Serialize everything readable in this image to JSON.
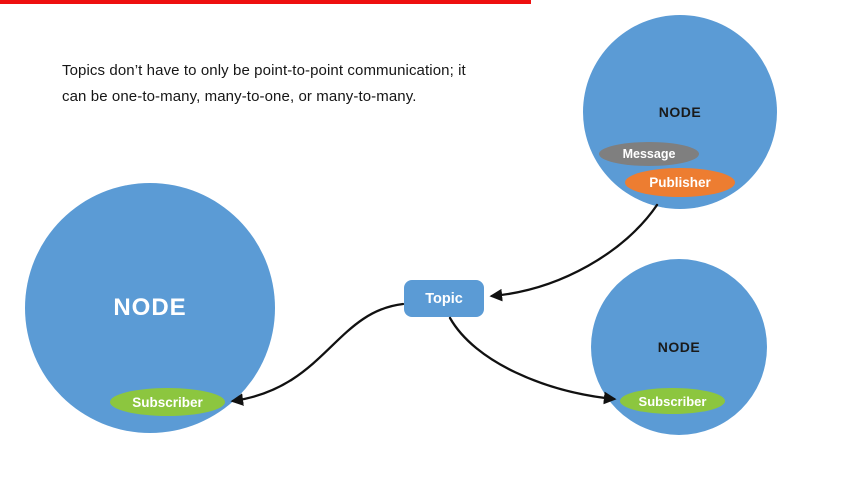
{
  "colors": {
    "circle_blue": "#5b9bd5",
    "topic_blue": "#5b9bd5",
    "subscriber_green": "#8cc63f",
    "publisher_orange": "#ed7d31",
    "message_gray": "#7f7f7f",
    "arrow_black": "#111111",
    "progress_red": "#ee1010",
    "node_label_dark": "#1a1a1a",
    "node_label_light": "#ffffff"
  },
  "progress_bar": {
    "value_percent": 62
  },
  "caption": {
    "line1": "Topics don’t have to only be point-to-point communication; it",
    "line2": "can be one-to-many, many-to-one, or many-to-many."
  },
  "topic": {
    "label": "Topic"
  },
  "nodes": {
    "left": {
      "label": "NODE",
      "badges": [
        {
          "name": "subscriber",
          "label": "Subscriber",
          "color": "#8cc63f"
        }
      ]
    },
    "top_right": {
      "label": "NODE",
      "badges": [
        {
          "name": "message",
          "label": "Message",
          "color": "#7f7f7f"
        },
        {
          "name": "publisher",
          "label": "Publisher",
          "color": "#ed7d31"
        }
      ]
    },
    "bottom_right": {
      "label": "NODE",
      "badges": [
        {
          "name": "subscriber",
          "label": "Subscriber",
          "color": "#8cc63f"
        }
      ]
    }
  },
  "arrows": [
    {
      "name": "publisher-to-topic",
      "from": "publisher",
      "to": "topic"
    },
    {
      "name": "topic-to-left-subscriber",
      "from": "topic",
      "to": "left subscriber"
    },
    {
      "name": "topic-to-right-subscriber",
      "from": "topic",
      "to": "right subscriber"
    }
  ]
}
